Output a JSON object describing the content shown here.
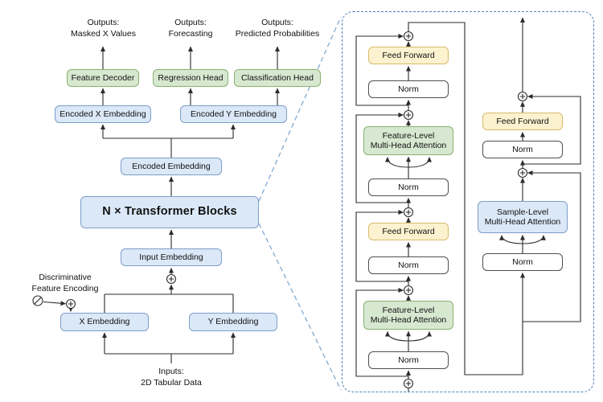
{
  "main_diagram": {
    "outputs": [
      {
        "prefix": "Outputs:",
        "name": "Masked X Values"
      },
      {
        "prefix": "Outputs:",
        "name": "Forecasting"
      },
      {
        "prefix": "Outputs:",
        "name": "Predicted Probabilities"
      }
    ],
    "heads": [
      {
        "label": "Feature Decoder"
      },
      {
        "label": "Regression Head"
      },
      {
        "label": "Classification Head"
      }
    ],
    "encoded_x_embedding": "Encoded X Embedding",
    "encoded_y_embedding": "Encoded Y Embedding",
    "encoded_embedding": "Encoded Embedding",
    "transformer_blocks": "N × Transformer Blocks",
    "input_embedding": "Input Embedding",
    "discriminative_encoding": {
      "line1": "Discriminative",
      "line2": "Feature Encoding"
    },
    "x_embedding": "X Embedding",
    "y_embedding": "Y Embedding",
    "inputs": {
      "prefix": "Inputs:",
      "name": "2D Tabular Data"
    }
  },
  "transformer_detail": {
    "left_column": [
      {
        "kind": "add"
      },
      {
        "kind": "feed_forward",
        "label": "Feed Forward"
      },
      {
        "kind": "norm",
        "label": "Norm"
      },
      {
        "kind": "add"
      },
      {
        "kind": "attention",
        "line1": "Feature-Level",
        "line2": "Multi-Head Attention"
      },
      {
        "kind": "norm",
        "label": "Norm"
      },
      {
        "kind": "add"
      },
      {
        "kind": "feed_forward",
        "label": "Feed Forward"
      },
      {
        "kind": "norm",
        "label": "Norm"
      },
      {
        "kind": "add"
      },
      {
        "kind": "attention",
        "line1": "Feature-Level",
        "line2": "Multi-Head Attention"
      },
      {
        "kind": "norm",
        "label": "Norm"
      },
      {
        "kind": "add"
      }
    ],
    "right_column": [
      {
        "kind": "add"
      },
      {
        "kind": "feed_forward",
        "label": "Feed Forward"
      },
      {
        "kind": "norm",
        "label": "Norm"
      },
      {
        "kind": "add"
      },
      {
        "kind": "attention",
        "line1": "Sample-Level",
        "line2": "Multi-Head Attention"
      },
      {
        "kind": "norm",
        "label": "Norm"
      }
    ]
  },
  "colors": {
    "blue_fill": "#dbe8f7",
    "blue_border": "#7d9ec7",
    "green_fill": "#d7e8d1",
    "green_border": "#8ab06e",
    "yellow_fill": "#fdf2cf",
    "yellow_border": "#d8bb6b",
    "panel_border": "#4a7ebb",
    "line": "#2b2b2b"
  }
}
